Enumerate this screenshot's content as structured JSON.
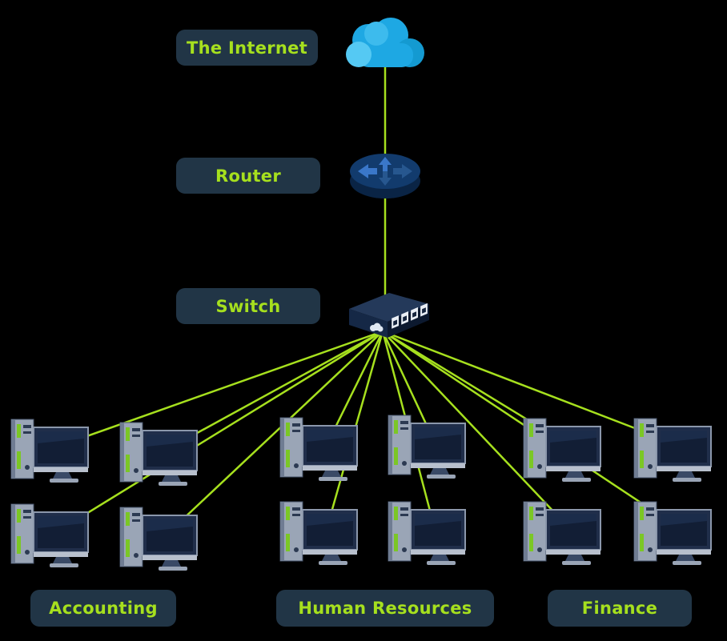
{
  "diagram": {
    "background": "#000000",
    "labels": {
      "internet": "The Internet",
      "router": "Router",
      "switch": "Switch"
    },
    "groups": [
      {
        "label": "Accounting",
        "computer_count": 4
      },
      {
        "label": "Human Resources",
        "computer_count": 4
      },
      {
        "label": "Finance",
        "computer_count": 4
      }
    ],
    "nodes": [
      "internet-cloud",
      "router",
      "switch"
    ],
    "connections": {
      "internet_to_router": 1,
      "router_to_switch": 1,
      "switch_to_computers": 12
    },
    "icons": [
      "cloud-icon",
      "router-icon",
      "switch-icon",
      "computer-icon"
    ],
    "colors": {
      "label_background": "#213546",
      "label_text": "#a6e01e",
      "connection_line": "#a6e01e",
      "cloud_blue": "#1ea8e3",
      "router_blue": "#123b6d",
      "switch_dark": "#0c192f"
    }
  }
}
